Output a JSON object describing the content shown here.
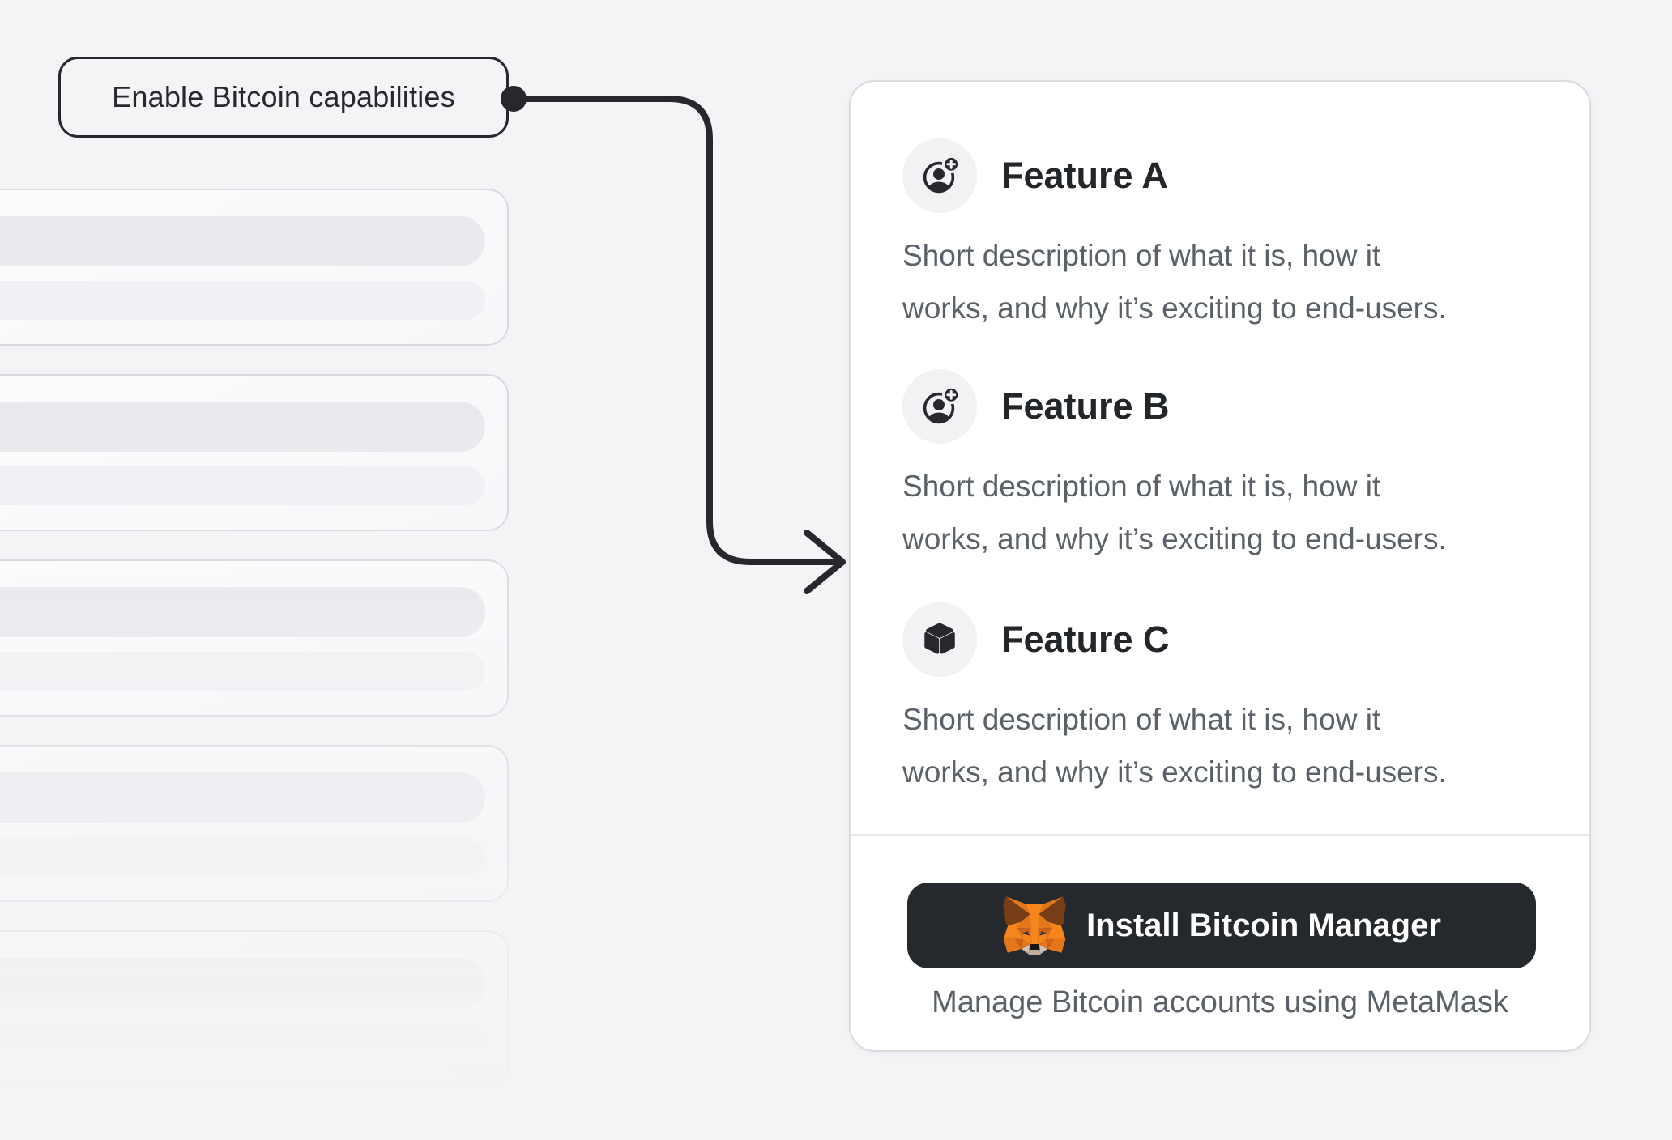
{
  "page": {
    "background_color": "#f3f4f5"
  },
  "callout": {
    "label": "Enable Bitcoin capabilities"
  },
  "skeleton_list": {
    "card_count": 5,
    "bars_per_card": 2,
    "note_visible_text": ""
  },
  "panel": {
    "features": [
      {
        "icon": "user-add-icon",
        "title": "Feature A",
        "description_line1": "Short description of what it is, how it",
        "description_line2": "works, and why it’s exciting to end-users."
      },
      {
        "icon": "user-add-icon",
        "title": "Feature B",
        "description_line1": "Short description of what it is, how it",
        "description_line2": "works, and why it’s exciting to end-users."
      },
      {
        "icon": "cube-icon",
        "title": "Feature C",
        "description_line1": "Short description of what it is, how it",
        "description_line2": "works, and why it’s exciting to end-users."
      }
    ],
    "footer": {
      "button_label": "Install Bitcoin Manager",
      "button_icon": "metamask-fox-icon",
      "caption": "Manage Bitcoin accounts using MetaMask"
    }
  },
  "colors": {
    "ink": "#26282c",
    "muted_text": "#5b6169",
    "panel_bg": "#ffffff",
    "panel_border": "#d9dbe0",
    "divider": "#e8e9ec",
    "button_bg": "#25282c",
    "button_text": "#ffffff",
    "icon_bubble_bg": "#f1f2f4",
    "skeleton_card_border": "#d7d9de",
    "skeleton_bar_dark": "#e9eaee",
    "skeleton_bar_light": "#f0f1f4",
    "fox_orange": "#f6851b"
  }
}
